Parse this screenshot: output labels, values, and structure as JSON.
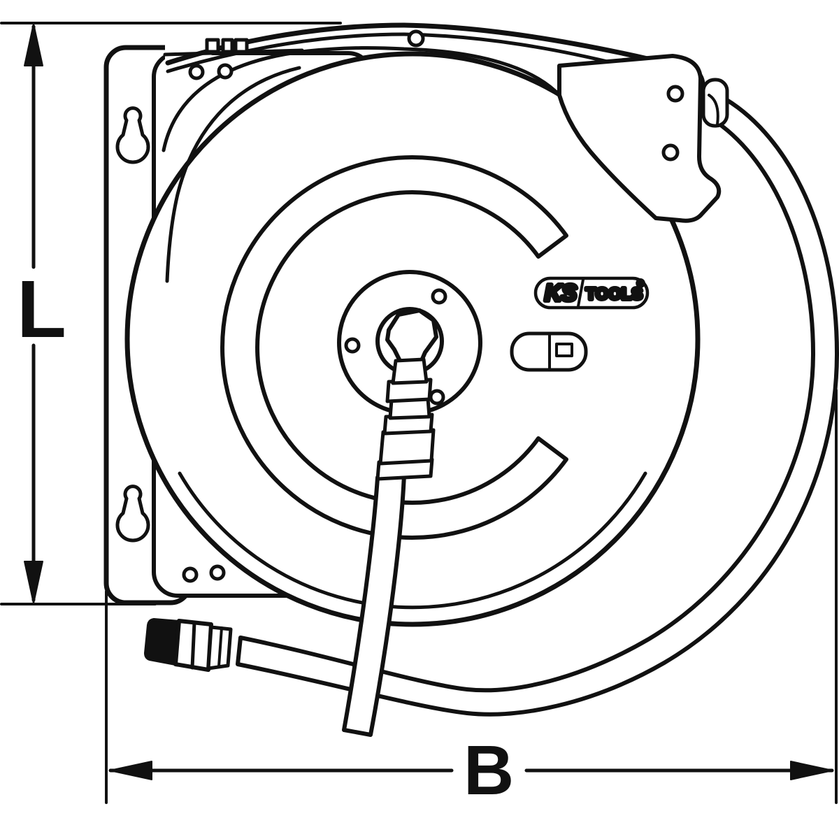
{
  "diagram": {
    "type": "technical-line-drawing",
    "subject": "wall-mounted retractable air hose reel, side view with dimension lines",
    "dimensions": {
      "height_label": "L",
      "width_label": "B"
    },
    "brand": {
      "name_part1": "KS",
      "name_part2": "TOOLS",
      "registered_mark": "®"
    },
    "colors": {
      "line": "#111111",
      "background": "#ffffff",
      "connector_tip_fill": "#111111"
    }
  }
}
